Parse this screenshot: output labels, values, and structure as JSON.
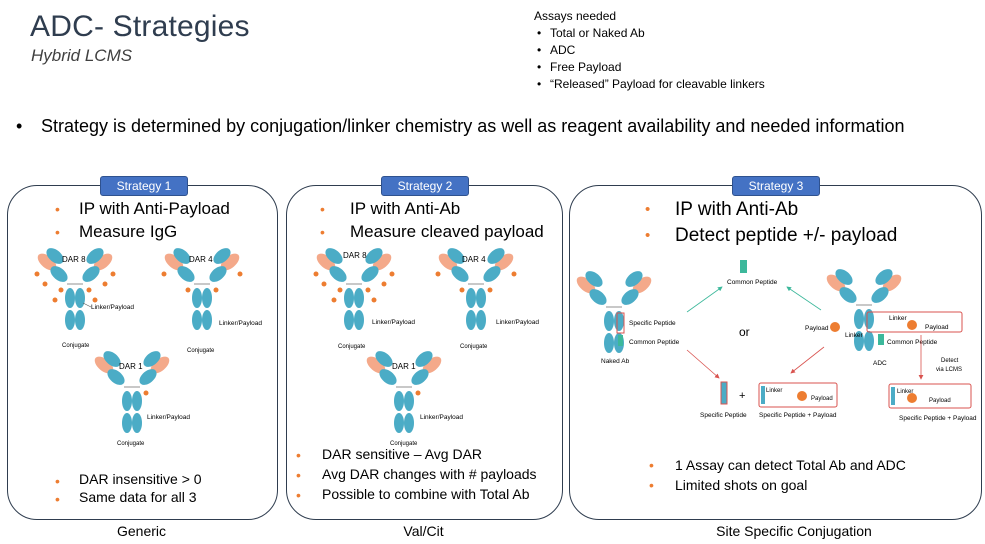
{
  "header": {
    "title": "ADC- Strategies",
    "subtitle": "Hybrid LCMS"
  },
  "assays": {
    "heading": "Assays needed",
    "items": [
      "Total or Naked Ab",
      "ADC",
      "Free Payload",
      "“Released” Payload for cleavable linkers"
    ]
  },
  "main_bullet": "Strategy is determined by conjugation/linker chemistry as well as reagent availability and needed information",
  "strategies": [
    {
      "badge": "Strategy 1",
      "top_bullets": [
        "IP with Anti-Payload",
        "Measure IgG"
      ],
      "bottom_bullets": [
        "DAR insensitive > 0",
        "Same data for all 3"
      ],
      "caption": "Generic"
    },
    {
      "badge": "Strategy 2",
      "top_bullets": [
        "IP with Anti-Ab",
        "Measure cleaved payload"
      ],
      "bottom_bullets": [
        "DAR sensitive – Avg DAR",
        "Avg DAR changes with # payloads",
        "Possible to combine with Total Ab"
      ],
      "caption": "Val/Cit"
    },
    {
      "badge": "Strategy 3",
      "top_bullets": [
        "IP with Anti-Ab",
        "Detect peptide +/- payload"
      ],
      "bottom_bullets": [
        "1 Assay can detect Total Ab and ADC",
        "Limited shots on goal"
      ],
      "caption": "Site Specific Conjugation"
    }
  ],
  "antibody_labels": {
    "dar8": "DAR 8",
    "dar4": "DAR 4",
    "dar1": "DAR 1",
    "linker_payload": "Linker/Payload",
    "conjugate": "Conjugate"
  },
  "diagram3": {
    "common_peptide": "Common Peptide",
    "specific_peptide": "Specific Peptide",
    "naked_ab": "Naked Ab",
    "or": "or",
    "payload": "Payload",
    "linker": "Linker",
    "adc": "ADC",
    "detect_line1": "Detect",
    "detect_line2": "via LCMS",
    "plus": "+",
    "specific_plus_payload": "Specific Peptide + Payload"
  },
  "colors": {
    "title": "#2f3d4f",
    "badge": "#4472c4",
    "bullet": "#ed7d31",
    "antibody_heavy": "#f4a98a",
    "antibody_light": "#4bacc6",
    "payload_dot": "#ed7d31",
    "common_peptide": "#3cb89b",
    "highlight_box": "#d9534f"
  }
}
